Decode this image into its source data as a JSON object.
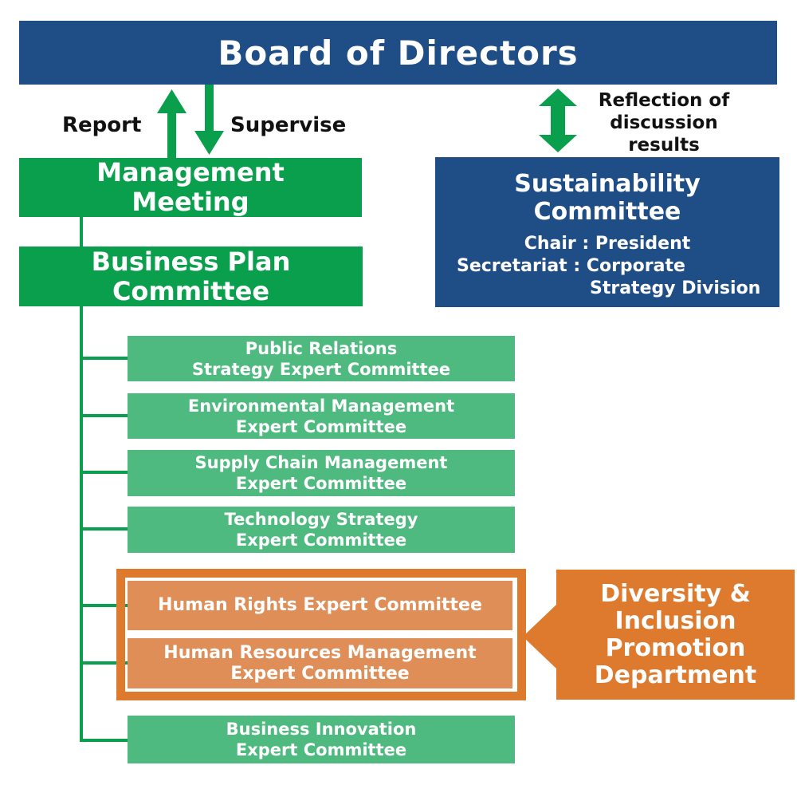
{
  "colors": {
    "header_blue": "#1f4e87",
    "main_green": "#0a9f4d",
    "light_green": "#4fba7f",
    "orange": "#dd7a2e",
    "light_orange": "#e08e58",
    "label_black": "#111111",
    "box_text_white": "#ffffff"
  },
  "header": {
    "title": "Board of Directors"
  },
  "arrows": {
    "report_label": "Report",
    "supervise_label": "Supervise",
    "reflection_line1": "Reflection of",
    "reflection_line2": "discussion",
    "reflection_line3": "results"
  },
  "management_meeting": {
    "line1": "Management",
    "line2": "Meeting"
  },
  "business_plan": {
    "line1": "Business Plan",
    "line2": "Committee"
  },
  "sustainability": {
    "title_line1": "Sustainability",
    "title_line2": "Committee",
    "chair": "Chair : President",
    "secretariat_line1": "Secretariat : Corporate",
    "secretariat_line2": "Strategy Division"
  },
  "committees": [
    {
      "line1": "Public Relations",
      "line2": "Strategy Expert Committee"
    },
    {
      "line1": "Environmental Management",
      "line2": "Expert Committee"
    },
    {
      "line1": "Supply Chain Management",
      "line2": "Expert Committee"
    },
    {
      "line1": "Technology Strategy",
      "line2": "Expert Committee"
    }
  ],
  "human_rights_group": {
    "box1_line1": "Human Rights Expert Committee",
    "box2_line1": "Human Resources Management",
    "box2_line2": "Expert Committee"
  },
  "diversity_callout": {
    "line1": "Diversity &",
    "line2": "Inclusion",
    "line3": "Promotion",
    "line4": "Department"
  },
  "business_innovation": {
    "line1": "Business Innovation",
    "line2": "Expert Committee"
  }
}
